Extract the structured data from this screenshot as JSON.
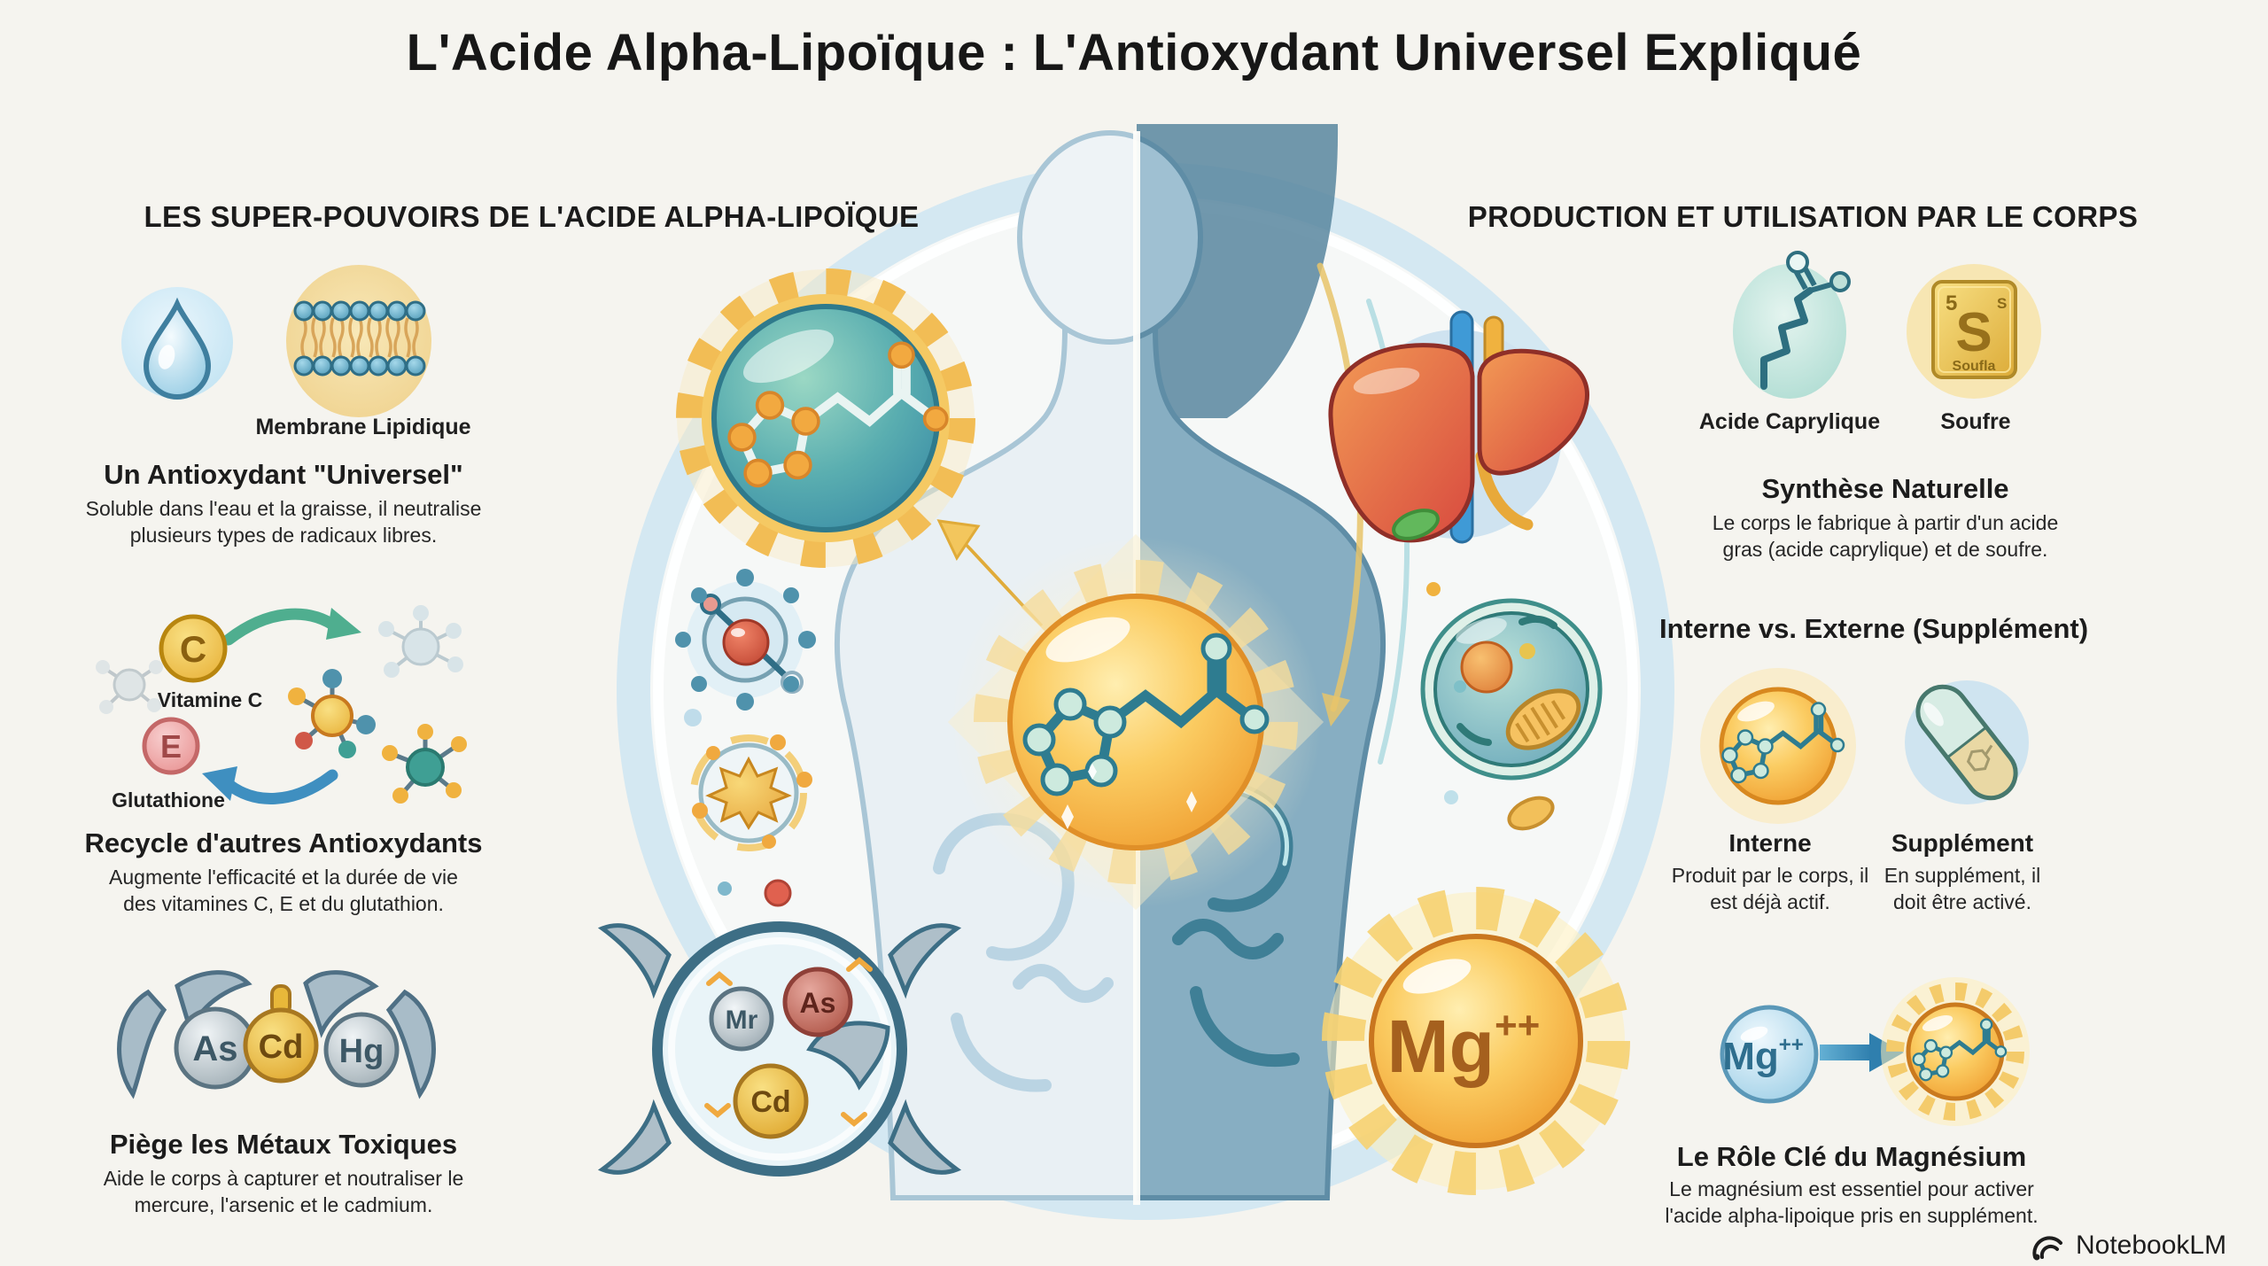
{
  "title": "L'Acide Alpha-Lipoïque : L'Antioxydant Universel Expliqué",
  "palette": {
    "gold": "#f2bd55",
    "orange_orb": "#f2a236",
    "teal": "#3e8fa0",
    "light_blue": "#cfe6f0",
    "ink": "#1d1d1d"
  },
  "left": {
    "header": "LES SUPER-POUVOIRS DE L'ACIDE ALPHA-LIPOÏQUE",
    "universal": {
      "membrane_caption": "Membrane Lipidique",
      "heading": "Un Antioxydant \"Universel\"",
      "body": "Soluble dans l'eau et la graisse, il neutralise plusieurs types de radicaux libres."
    },
    "recycle": {
      "vitamin_c_letter": "C",
      "vitamin_c_label": "Vitamine C",
      "vitamin_e_letter": "E",
      "glutathione_label": "Glutathione",
      "heading": "Recycle d'autres Antioxydants",
      "body": "Augmente l'efficacité et la durée de vie des vitamines C, E et du glutathion."
    },
    "metals": {
      "metal_as": "As",
      "metal_cd": "Cd",
      "metal_hg": "Hg",
      "heading": "Piège les Métaux Toxiques",
      "body": "Aide le corps à capturer et noutraliser le mercure, l'arsenic et le cadmium."
    }
  },
  "right": {
    "header": "PRODUCTION ET UTILISATION PAR LE CORPS",
    "synthese": {
      "caprylic_caption": "Acide Caprylique",
      "sulfur_caption": "Soufre",
      "sulfur_number": "5",
      "sulfur_corner": "S",
      "sulfur_symbol": "S",
      "sulfur_name": "Soufla",
      "heading": "Synthèse Naturelle",
      "body": "Le corps le fabrique à partir d'un acide gras (acide caprylique) et de soufre."
    },
    "interne_externe": {
      "heading": "Interne vs. Externe (Supplément)",
      "interne_label": "Interne",
      "interne_body": "Produit par le corps, il est déjà actif.",
      "supplement_label": "Supplément",
      "supplement_body": "En supplément, il doit être activé."
    },
    "magnesium": {
      "ion": "Mg",
      "charge": "++",
      "heading": "Le Rôle Clé du Magnésium",
      "body": "Le magnésium est essentiel pour activer l'acide alpha-lipoique pris en supplément."
    }
  },
  "center": {
    "trap": {
      "metal_1": "Mr",
      "metal_2": "As",
      "metal_3": "Cd"
    },
    "mg_orb": {
      "ion": "Mg",
      "charge": "++"
    }
  },
  "watermark": {
    "brand": "NotebookLM"
  }
}
